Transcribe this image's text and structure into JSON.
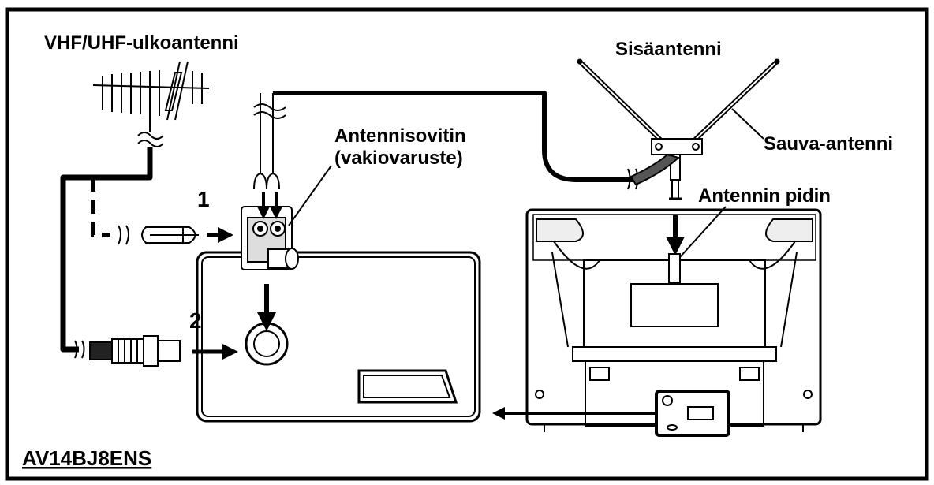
{
  "labels": {
    "outdoor_antenna": "VHF/UHF-ulkoantenni",
    "indoor_antenna": "Sisäantenni",
    "rod_antenna": "Sauva-antenni",
    "adapter_line1": "Antennisovitin",
    "adapter_line2": "(vakiovaruste)",
    "antenna_holder": "Antennin pidin",
    "step1": "1",
    "step2": "2",
    "model_code": "AV14BJ8ENS"
  }
}
